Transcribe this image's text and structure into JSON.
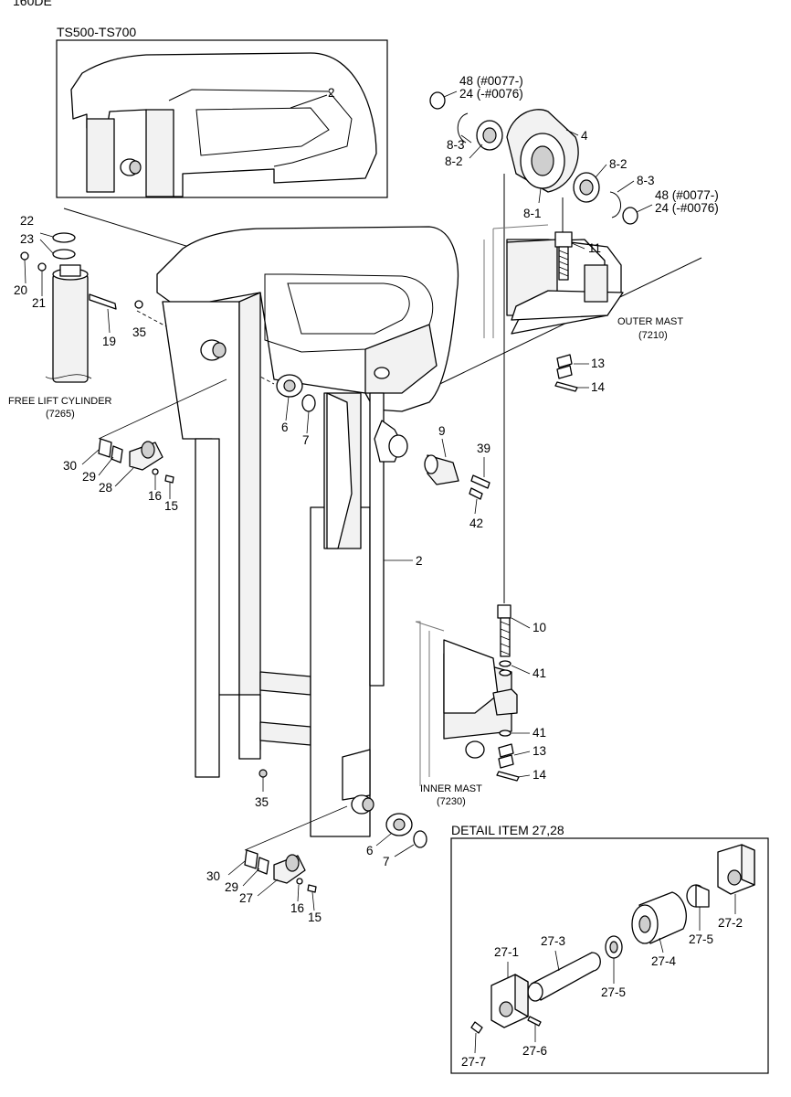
{
  "header": {
    "model_code": "160DE"
  },
  "inset_top": {
    "title": "TS500-TS700",
    "part_label": "2"
  },
  "inset_detail": {
    "title": "DETAIL ITEM 27,28",
    "labels": [
      "27-1",
      "27-2",
      "27-3",
      "27-4",
      "27-5",
      "27-5",
      "27-6",
      "27-7"
    ]
  },
  "captions": {
    "free_lift_cylinder": "FREE LIFT CYLINDER",
    "free_lift_cylinder_code": "(7265)",
    "outer_mast": "OUTER MAST",
    "outer_mast_code": "(7210)",
    "inner_mast": "INNER MAST",
    "inner_mast_code": "(7230)"
  },
  "callouts": {
    "p2_main": "2",
    "p4": "4",
    "p6_upper": "6",
    "p6_lower": "6",
    "p7_upper": "7",
    "p7_lower": "7",
    "p8_1": "8-1",
    "p8_2_left": "8-2",
    "p8_2_right": "8-2",
    "p8_3_left": "8-3",
    "p8_3_right": "8-3",
    "p9": "9",
    "p10": "10",
    "p11": "11",
    "p13_upper": "13",
    "p13_lower": "13",
    "p14_upper": "14",
    "p14_lower": "14",
    "p15_upper": "15",
    "p15_lower": "15",
    "p16_upper": "16",
    "p16_lower": "16",
    "p19": "19",
    "p20": "20",
    "p21": "21",
    "p22": "22",
    "p23": "23",
    "p27": "27",
    "p28": "28",
    "p29_upper": "29",
    "p29_lower": "29",
    "p30_upper": "30",
    "p30_lower": "30",
    "p35_upper": "35",
    "p35_lower": "35",
    "p39": "39",
    "p41_upper": "41",
    "p41_lower": "41",
    "p42": "42",
    "p48_left_a": "48 (#0077-)",
    "p48_left_b": "24 (-#0076)",
    "p48_right_a": "48 (#0077-)",
    "p48_right_b": "24 (-#0076)"
  }
}
